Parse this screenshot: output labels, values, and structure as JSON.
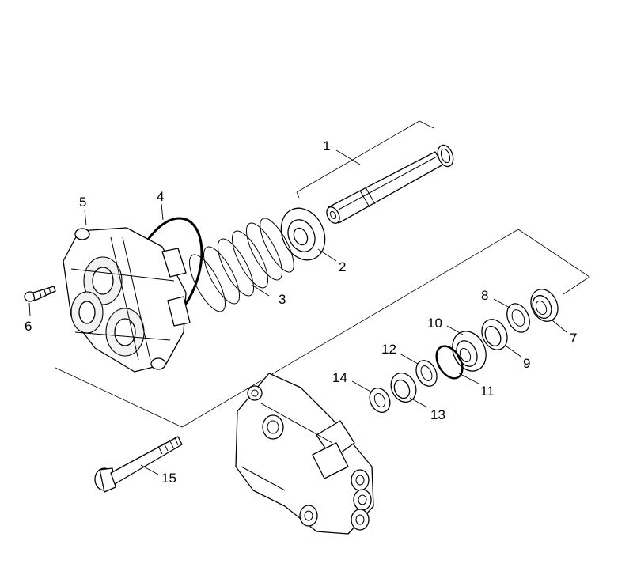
{
  "parts": [
    {
      "number": "1"
    },
    {
      "number": "2"
    },
    {
      "number": "3"
    },
    {
      "number": "4"
    },
    {
      "number": "5"
    },
    {
      "number": "6"
    },
    {
      "number": "7"
    },
    {
      "number": "8"
    },
    {
      "number": "9"
    },
    {
      "number": "10"
    },
    {
      "number": "11"
    },
    {
      "number": "12"
    },
    {
      "number": "13"
    },
    {
      "number": "14"
    },
    {
      "number": "15"
    }
  ]
}
